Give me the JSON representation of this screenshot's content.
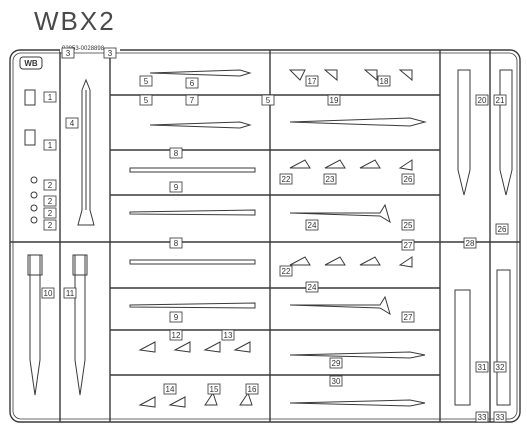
{
  "title": "WBX2",
  "sprue_id": "WB",
  "sprue_code": "02853-0028898",
  "part_numbers": [
    "1",
    "1",
    "2",
    "2",
    "2",
    "2",
    "3",
    "3",
    "4",
    "5",
    "5",
    "5",
    "6",
    "7",
    "8",
    "8",
    "9",
    "9",
    "10",
    "11",
    "12",
    "13",
    "14",
    "15",
    "16",
    "17",
    "18",
    "19",
    "20",
    "21",
    "22",
    "22",
    "23",
    "24",
    "24",
    "25",
    "26",
    "26",
    "27",
    "27",
    "28",
    "29",
    "30",
    "31",
    "32",
    "33",
    "33"
  ],
  "colors": {
    "frame": "#3a3a3a",
    "parts": "#3a3a3a",
    "text": "#4a4a4a",
    "background": "#ffffff"
  }
}
